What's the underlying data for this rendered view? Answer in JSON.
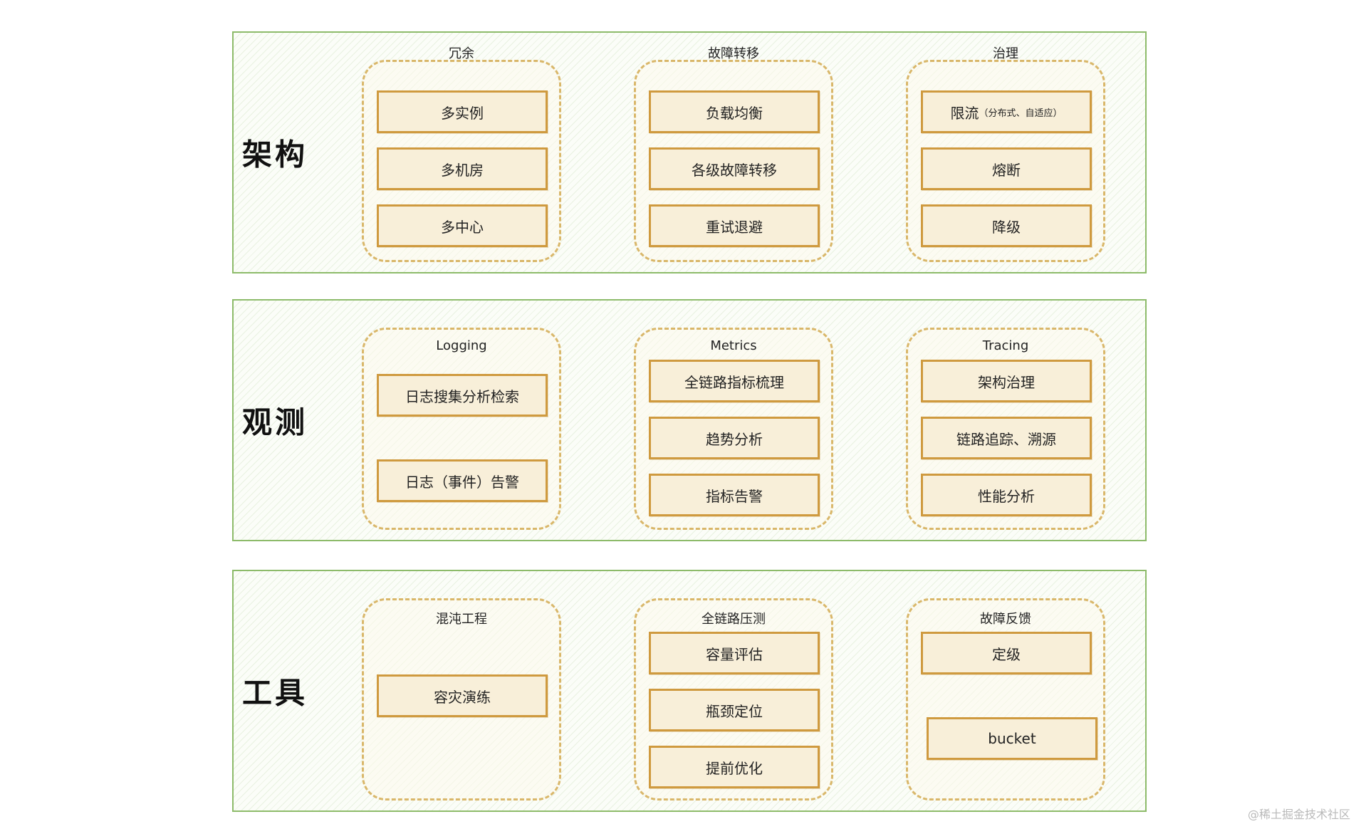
{
  "bands": [
    {
      "title": "架构",
      "groups": [
        {
          "title": "冗余",
          "items": [
            "多实例",
            "多机房",
            "多中心"
          ]
        },
        {
          "title": "故障转移",
          "items": [
            "负载均衡",
            "各级故障转移",
            "重试退避"
          ]
        },
        {
          "title": "治理",
          "items": [
            "限流",
            "熔断",
            "降级"
          ],
          "first_item_note": "（分布式、自适应）"
        }
      ]
    },
    {
      "title": "观测",
      "groups": [
        {
          "title": "Logging",
          "items": [
            "日志搜集分析检索",
            "日志（事件）告警"
          ]
        },
        {
          "title": "Metrics",
          "items": [
            "全链路指标梳理",
            "趋势分析",
            "指标告警"
          ]
        },
        {
          "title": "Tracing",
          "items": [
            "架构治理",
            "链路追踪、溯源",
            "性能分析"
          ]
        }
      ]
    },
    {
      "title": "工具",
      "groups": [
        {
          "title": "混沌工程",
          "items": [
            "容灾演练"
          ]
        },
        {
          "title": "全链路压测",
          "items": [
            "容量评估",
            "瓶颈定位",
            "提前优化"
          ]
        },
        {
          "title": "故障反馈",
          "items": [
            "定级",
            "bucket"
          ]
        }
      ]
    }
  ],
  "watermark": "@稀土掘金技术社区"
}
